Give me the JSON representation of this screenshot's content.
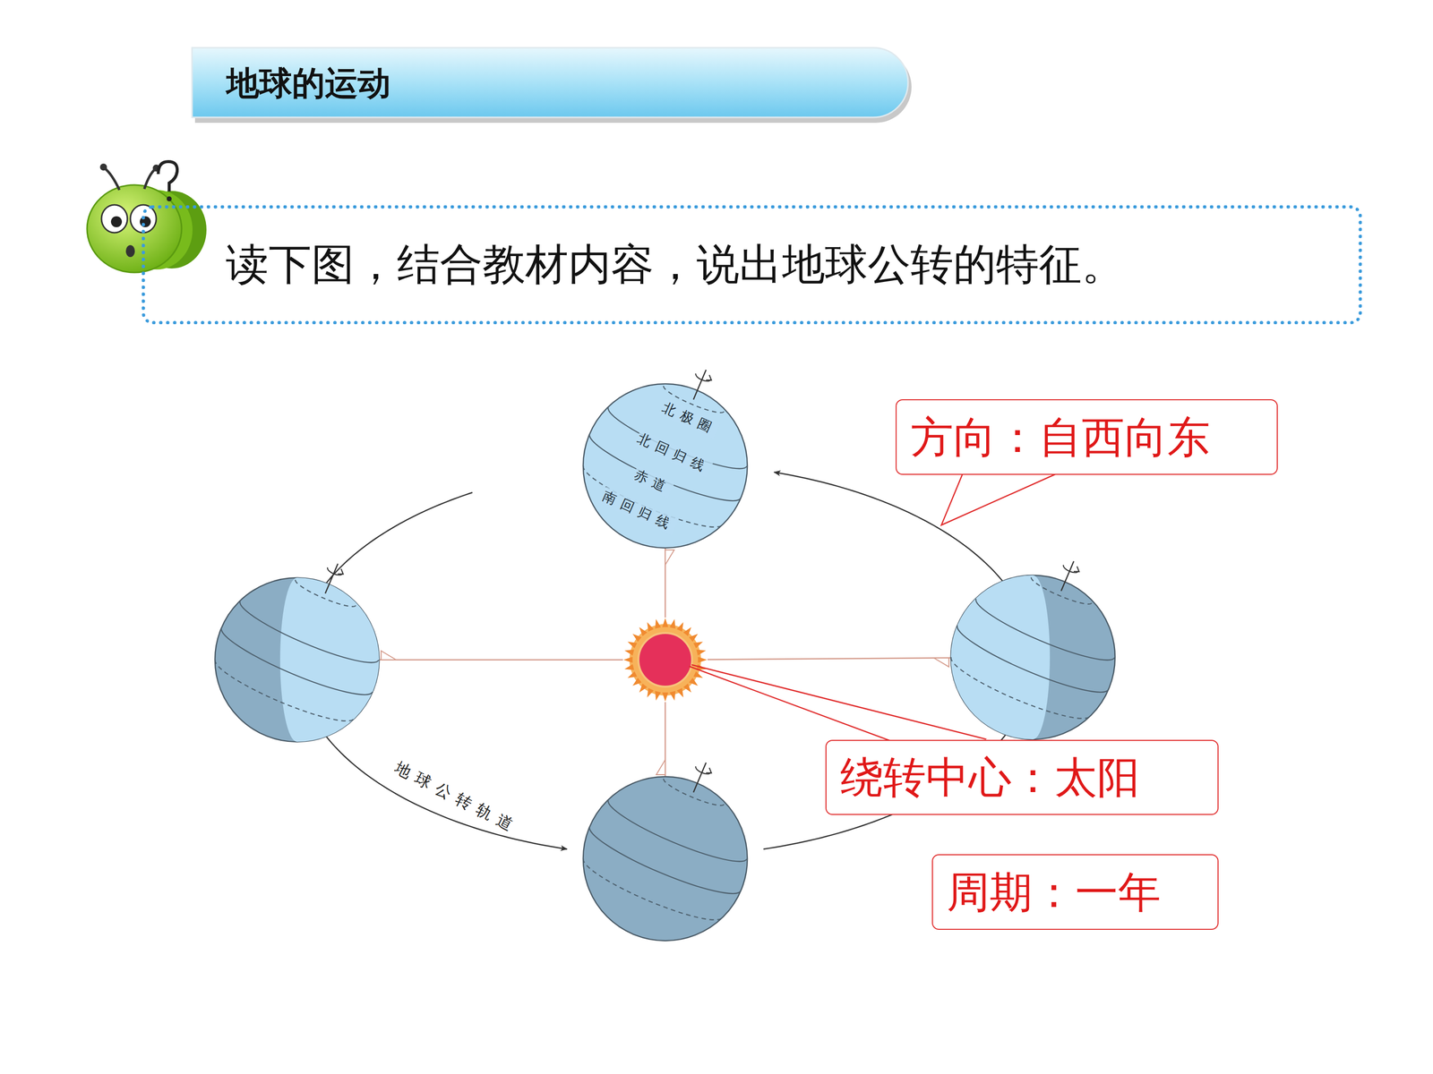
{
  "diagram": {
    "title": "地球的运动",
    "nodes": [
      {
        "text": [
          "读下图，结合教材内容，说出地球公转的特征。"
        ]
      },
      {
        "text": [
          "北极圈",
          "北回归线",
          "赤道",
          "南回归线"
        ]
      },
      {
        "text": [
          "方向：自西向东"
        ]
      },
      {
        "text": [
          "绕转中心：太阳"
        ]
      },
      {
        "text": [
          "周期：一年"
        ]
      }
    ],
    "labels": [
      "地球公转轨道"
    ]
  }
}
